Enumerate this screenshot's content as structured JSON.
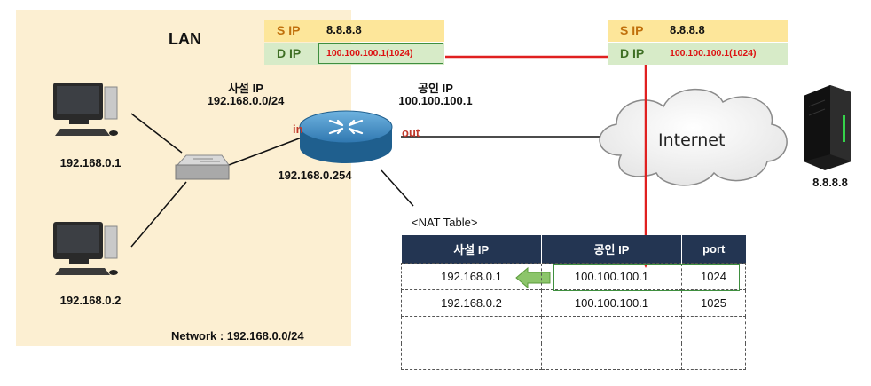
{
  "lan": {
    "title": "LAN",
    "private_ip_label": "사설 IP",
    "private_subnet": "192.168.0.0/24",
    "network_label": "Network : 192.168.0.0/24"
  },
  "router": {
    "public_ip_label": "공인 IP",
    "public_ip": "100.100.100.1",
    "gateway_ip": "192.168.0.254",
    "in_label": "in",
    "out_label": "out"
  },
  "hosts": [
    {
      "ip": "192.168.0.1"
    },
    {
      "ip": "192.168.0.2"
    }
  ],
  "server": {
    "ip": "8.8.8.8"
  },
  "cloud": {
    "label": "Internet"
  },
  "packet_left": {
    "s_key": "S IP",
    "s_val": "8.8.8.8",
    "d_key": "D IP",
    "d_val": "100.100.100.1(1024)"
  },
  "packet_right": {
    "s_key": "S IP",
    "s_val": "8.8.8.8",
    "d_key": "D IP",
    "d_val": "100.100.100.1(1024)"
  },
  "nat_table": {
    "title": "<NAT Table>",
    "headers": [
      "사설 IP",
      "공인 IP",
      "port"
    ],
    "rows": [
      [
        "192.168.0.1",
        "100.100.100.1",
        "1024"
      ],
      [
        "192.168.0.2",
        "100.100.100.1",
        "1025"
      ],
      [
        "",
        "",
        ""
      ],
      [
        "",
        "",
        ""
      ]
    ]
  },
  "colors": {
    "lan_bg": "#fcefd2",
    "s_row": "#fde69a",
    "d_row": "#d7ebc8",
    "table_header": "#233552",
    "flow_arrow": "#e02020",
    "lookup_arrow": "#8cc56a",
    "in_out_label": "#c0392b"
  }
}
